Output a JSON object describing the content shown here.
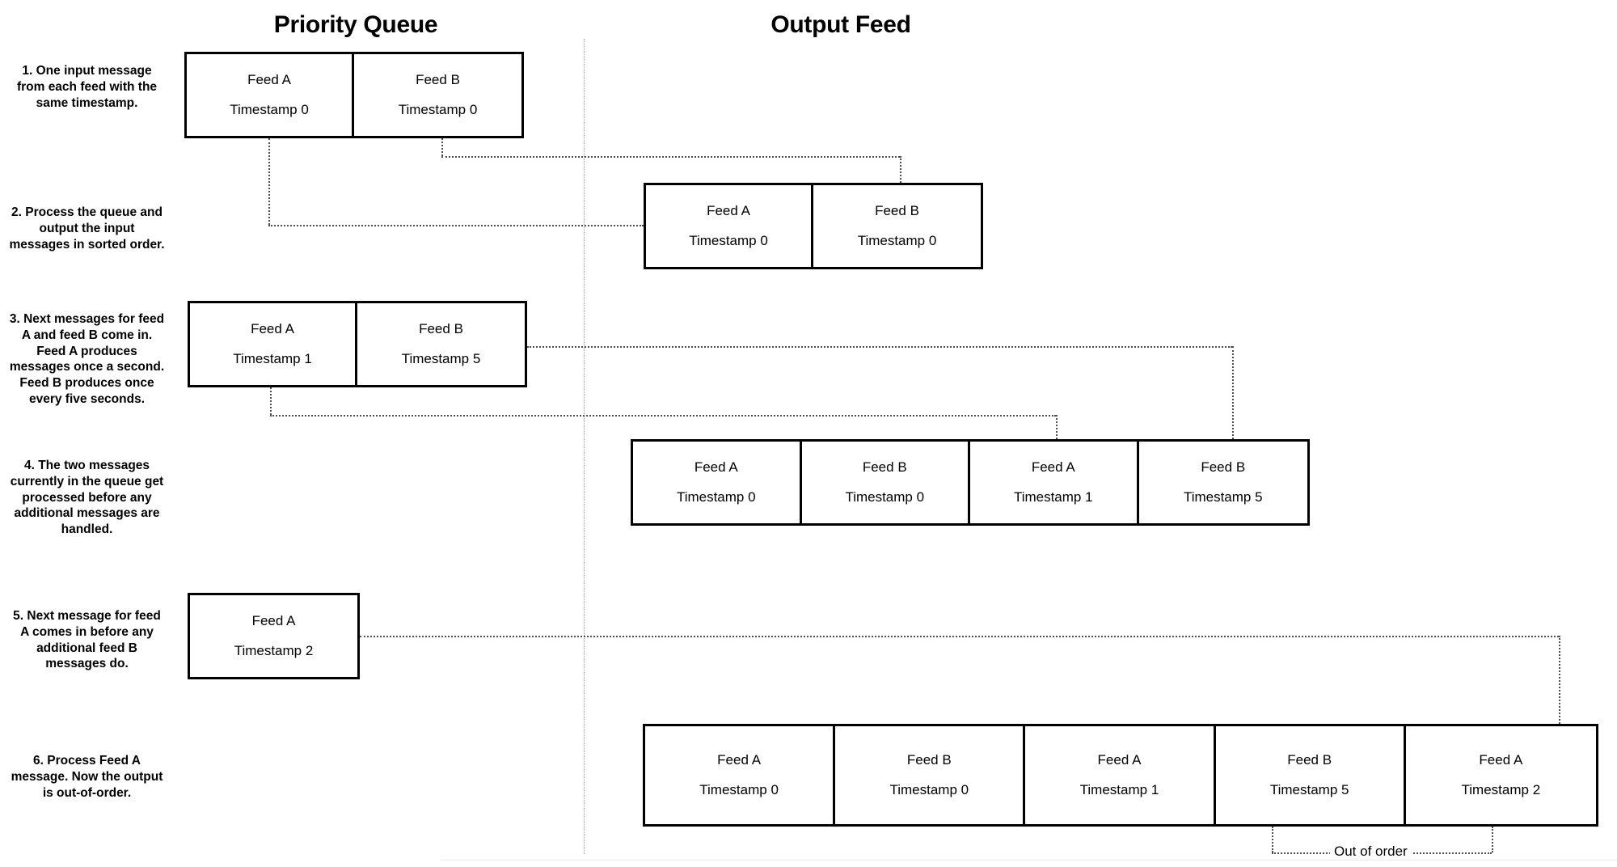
{
  "headings": {
    "priority_queue": "Priority Queue",
    "output_feed": "Output Feed"
  },
  "steps": [
    {
      "id": 1,
      "caption": "1. One input message from each feed with the same timestamp."
    },
    {
      "id": 2,
      "caption": "2. Process the queue and output the input messages in sorted order."
    },
    {
      "id": 3,
      "caption": "3. Next messages for feed A and feed B come in. Feed A produces messages once a second. Feed B produces once every five seconds."
    },
    {
      "id": 4,
      "caption": "4. The two messages currently in the queue get processed before any additional messages are handled."
    },
    {
      "id": 5,
      "caption": "5. Next message for feed A comes in before any additional feed B messages do."
    },
    {
      "id": 6,
      "caption": "6. Process Feed A message. Now the output is out-of-order."
    }
  ],
  "queue_rows": {
    "step1": [
      {
        "feed": "Feed A",
        "timestamp": "Timestamp 0"
      },
      {
        "feed": "Feed B",
        "timestamp": "Timestamp 0"
      }
    ],
    "step3": [
      {
        "feed": "Feed A",
        "timestamp": "Timestamp 1"
      },
      {
        "feed": "Feed B",
        "timestamp": "Timestamp 5"
      }
    ],
    "step5": [
      {
        "feed": "Feed A",
        "timestamp": "Timestamp 2"
      }
    ]
  },
  "output_rows": {
    "step2": [
      {
        "feed": "Feed A",
        "timestamp": "Timestamp 0"
      },
      {
        "feed": "Feed B",
        "timestamp": "Timestamp 0"
      }
    ],
    "step4": [
      {
        "feed": "Feed A",
        "timestamp": "Timestamp 0"
      },
      {
        "feed": "Feed B",
        "timestamp": "Timestamp 0"
      },
      {
        "feed": "Feed A",
        "timestamp": "Timestamp 1"
      },
      {
        "feed": "Feed B",
        "timestamp": "Timestamp 5"
      }
    ],
    "step6": [
      {
        "feed": "Feed A",
        "timestamp": "Timestamp 0"
      },
      {
        "feed": "Feed B",
        "timestamp": "Timestamp 0"
      },
      {
        "feed": "Feed A",
        "timestamp": "Timestamp 1"
      },
      {
        "feed": "Feed B",
        "timestamp": "Timestamp 5"
      },
      {
        "feed": "Feed A",
        "timestamp": "Timestamp 2"
      }
    ]
  },
  "annotations": {
    "out_of_order": "Out of order"
  },
  "colors": {
    "box_border": "#000000",
    "connector": "#4d4d4d",
    "divider": "#9a9a9a",
    "background": "#ffffff"
  }
}
